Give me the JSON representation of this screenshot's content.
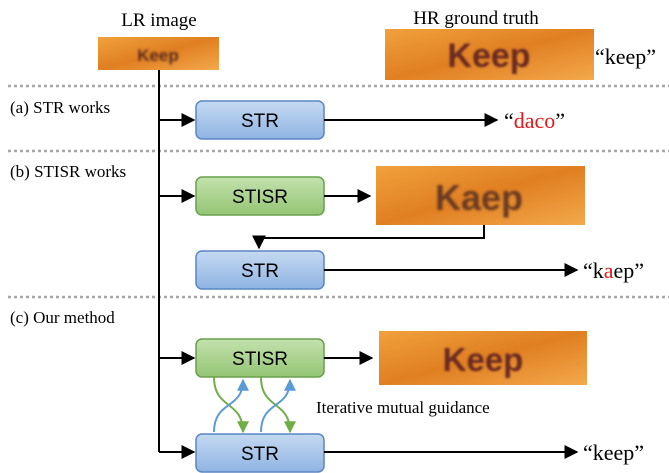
{
  "header": {
    "lr_label": "LR image",
    "hr_label": "HR ground truth",
    "hr_output": "“keep”"
  },
  "images": {
    "lr_text": "Keep",
    "hr_text": "Keep",
    "sr_b_text": "Kaep",
    "sr_c_text": "Keep"
  },
  "sections": {
    "a_label": "(a) STR works",
    "b_label": "(b) STISR works",
    "c_label": "(c) Our method"
  },
  "blocks": {
    "str": "STR",
    "stisr": "STISR"
  },
  "outputs": {
    "a": {
      "open": "“",
      "wrong": "daco",
      "close": "”"
    },
    "b": {
      "open": "“k",
      "wrong": "a",
      "close": "ep”"
    },
    "c": "“keep”"
  },
  "annotation": "Iterative mutual guidance",
  "colors": {
    "str_fill": "#a9c7ea",
    "str_stroke": "#5a86c4",
    "stisr_fill": "#a9d18e",
    "stisr_stroke": "#6a9f4f",
    "error": "#e0191b",
    "blue_arrow": "#5b9bd5",
    "green_arrow": "#70ad47",
    "image_bg": "#e58a2c",
    "separator": "#a6a6a6"
  }
}
